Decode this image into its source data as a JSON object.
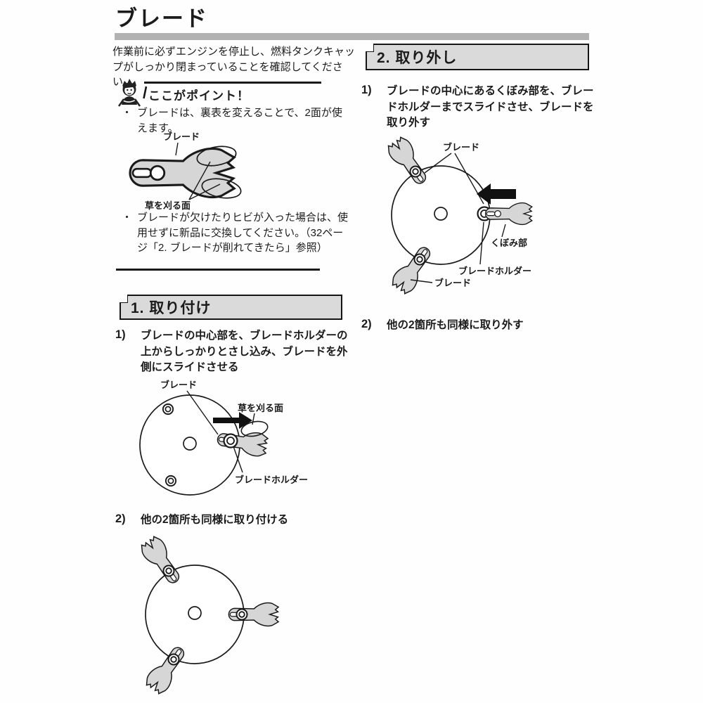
{
  "title": "ブレード",
  "intro": "作業前に必ずエンジンを停止し、燃料タンクキャップがしっかり閉まっていることを確認してください。",
  "glyphs": {
    "bullet": "・"
  },
  "point": {
    "heading": "ここがポイント！",
    "bullets": [
      "ブレードは、裏表を変えることで、2面が使えます。",
      "ブレードが欠けたりヒビが入った場合は、使用せずに新品に交換してください。（32ページ「2. ブレードが削れてきたら」参照）"
    ]
  },
  "sections": [
    {
      "heading": "1. 取り付け",
      "steps": [
        {
          "num": "1)",
          "text": "ブレードの中心部を、ブレードホルダーの上からしっかりとさし込み、ブレードを外側にスライドさせる"
        },
        {
          "num": "2)",
          "text": "他の2箇所も同様に取り付ける"
        }
      ]
    },
    {
      "heading": "2. 取り外し",
      "steps": [
        {
          "num": "1)",
          "text": "ブレードの中心にあるくぼみ部を、ブレードホルダーまでスライドさせ、ブレードを取り外す"
        },
        {
          "num": "2)",
          "text": "他の2箇所も同様に取り外す"
        }
      ]
    }
  ],
  "labels": {
    "blade": "ブレード",
    "cutting_surface": "草を刈る面",
    "holder": "ブレードホルダー",
    "recess": "くぼみ部"
  },
  "colors": {
    "title_bar": "#b2b2b2",
    "section_fill": "#dadada",
    "part_fill": "#d6d6d6",
    "ink": "#1a1a1a"
  }
}
